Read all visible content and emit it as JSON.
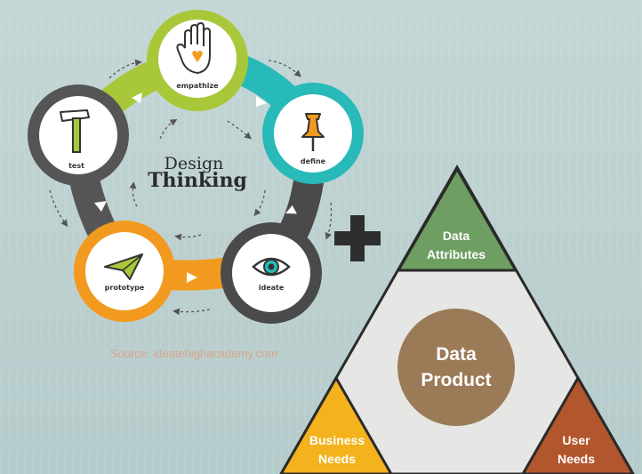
{
  "design_thinking": {
    "title_line1": "Design",
    "title_line2": "Thinking",
    "stages": {
      "empathize": "empathize",
      "define": "define",
      "ideate": "ideate",
      "prototype": "prototype",
      "test": "test"
    },
    "source": "Source: ideatehighacademy.com"
  },
  "data_product": {
    "top_line1": "Data",
    "top_line2": "Attributes",
    "left_line1": "Business",
    "left_line2": "Needs",
    "right_line1": "User",
    "right_line2": "Needs",
    "core_line1": "Data",
    "core_line2": "Product"
  },
  "colors": {
    "empathize": "#a8c83a",
    "define": "#28b9b9",
    "ideate": "#4a4a4a",
    "prototype": "#f29a1f",
    "test": "#555555",
    "top_triangle": "#6e9e62",
    "left_triangle": "#f4b21c",
    "right_triangle": "#b2562d",
    "core_circle": "#9b7a57"
  }
}
